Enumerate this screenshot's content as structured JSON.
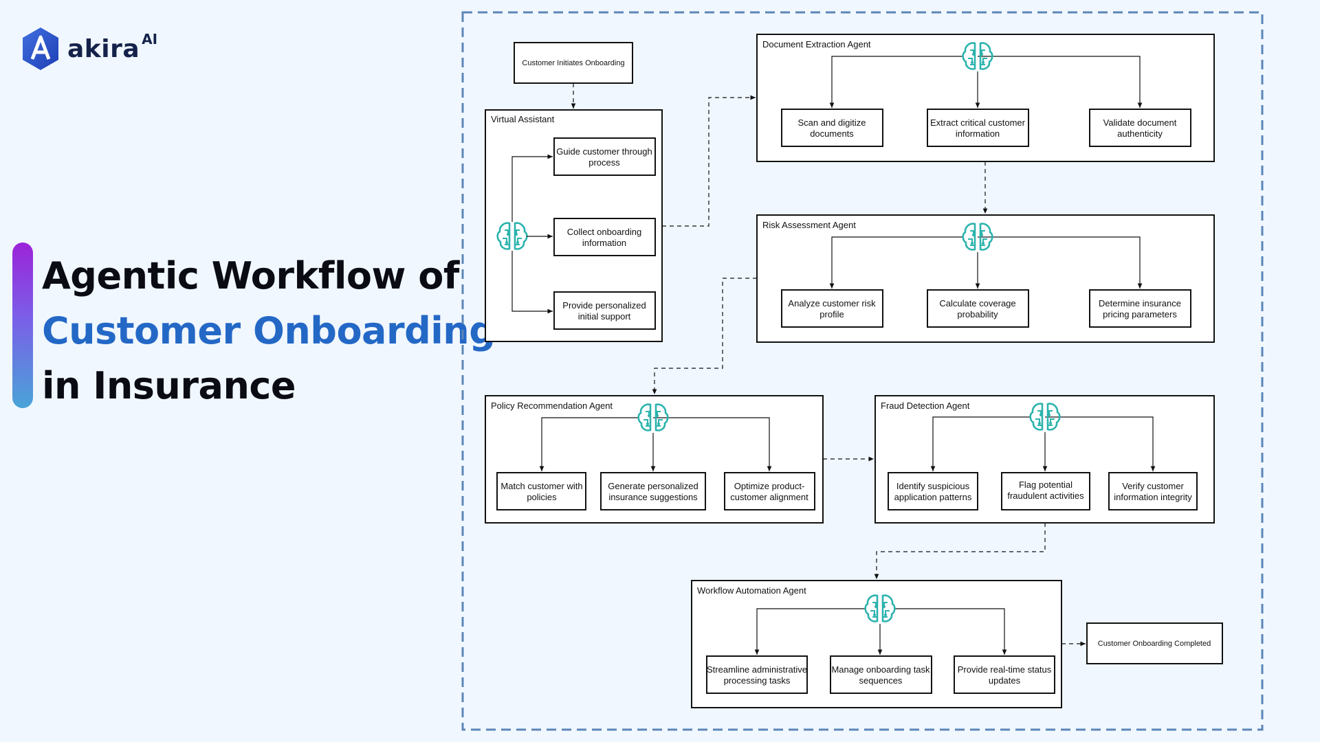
{
  "brand": {
    "name": "akira",
    "suffix": "AI"
  },
  "headline": {
    "line1": "Agentic Workflow of",
    "line2": "Customer Onboarding",
    "line3": "in Insurance"
  },
  "colors": {
    "accent_blue": "#2468c6",
    "frame": "#5b86b8",
    "icon": "#2bb3ad",
    "background": "#f0f7fe"
  },
  "icon_name": "brain-circuit-icon",
  "start": {
    "label": "Customer Initiates Onboarding"
  },
  "end": {
    "label": "Customer Onboarding Completed"
  },
  "virtual_assistant": {
    "title": "Virtual Assistant",
    "tasks": [
      [
        "Guide customer through",
        "process"
      ],
      [
        "Collect onboarding",
        "information"
      ],
      [
        "Provide personalized",
        "initial support"
      ]
    ]
  },
  "agents": [
    {
      "title": "Document Extraction Agent",
      "tasks": [
        [
          "Scan and digitize",
          "documents"
        ],
        [
          "Extract critical customer",
          "information"
        ],
        [
          "Validate document",
          "authenticity"
        ]
      ]
    },
    {
      "title": "Risk Assessment Agent",
      "tasks": [
        [
          "Analyze customer risk",
          "profile"
        ],
        [
          "Calculate coverage",
          "probability"
        ],
        [
          "Determine insurance",
          "pricing parameters"
        ]
      ]
    },
    {
      "title": "Policy Recommendation Agent",
      "tasks": [
        [
          "Match customer with",
          "policies"
        ],
        [
          "Generate personalized",
          "insurance suggestions"
        ],
        [
          "Optimize product-",
          "customer alignment"
        ]
      ]
    },
    {
      "title": "Fraud Detection Agent",
      "tasks": [
        [
          "Identify suspicious",
          "application patterns"
        ],
        [
          "Flag potential",
          "fraudulent activities"
        ],
        [
          "Verify customer",
          "information integrity"
        ]
      ]
    },
    {
      "title": "Workflow Automation Agent",
      "tasks": [
        [
          "Streamline administrative",
          "processing tasks"
        ],
        [
          "Manage onboarding task",
          "sequences"
        ],
        [
          "Provide real-time status",
          "updates"
        ]
      ]
    }
  ]
}
